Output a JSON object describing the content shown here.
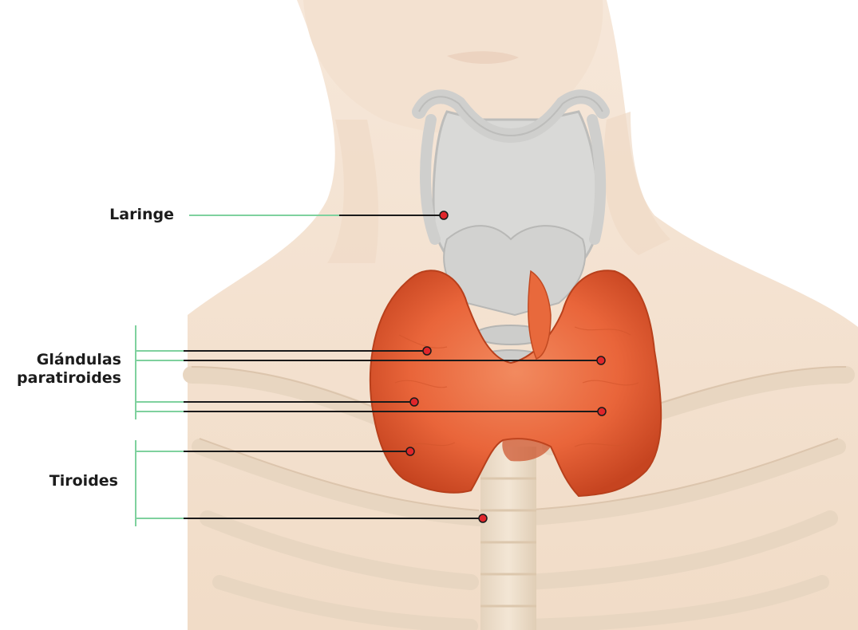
{
  "labels": {
    "laringe": "Laringe",
    "glandulas_line1": "Glándulas",
    "glandulas_line2": "paratiroides",
    "tiroides": "Tiroides"
  },
  "colors": {
    "skin": "#f4e3d3",
    "skin_shadow": "#ecd3bf",
    "cartilage": "#d6d6d4",
    "cartilage_outline": "#bdbdbb",
    "thyroid": "#e9653a",
    "thyroid_dark": "#c9461f",
    "bone": "#eedfcc",
    "leader_green": "#7fd19e",
    "leader_black": "#1a1a1a",
    "marker_fill": "#e0262b"
  },
  "icons": [
    "neck-anatomy-illustration",
    "leader-marker-dot"
  ]
}
